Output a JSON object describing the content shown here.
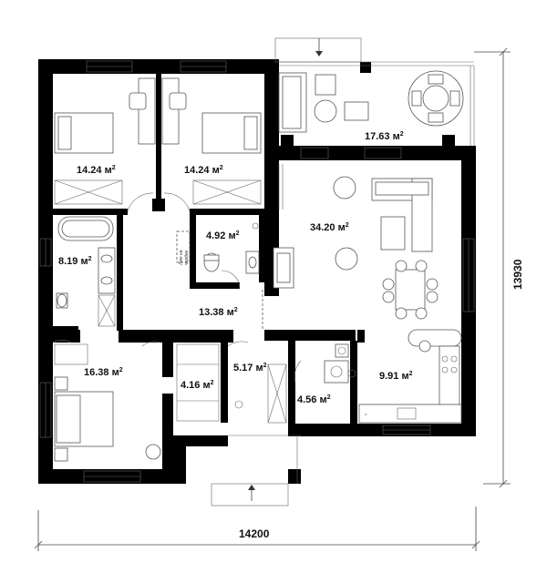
{
  "rooms": {
    "bedroom_left": "14.24 м",
    "bedroom_right": "14.24 м",
    "bathroom": "8.19 м",
    "wc": "4.92 м",
    "living": "34.20 м",
    "terrace": "17.63 м",
    "hall": "13.38 м",
    "master_bedroom": "16.38 м",
    "wardrobe": "4.16 м",
    "entrance": "5.17 м",
    "boiler": "4.56 м",
    "kitchen": "9.91 м"
  },
  "unit_superscript": "2",
  "dimensions": {
    "width": "14200",
    "height": "13930"
  },
  "stair_note": [
    "Люк на",
    "чердак"
  ]
}
